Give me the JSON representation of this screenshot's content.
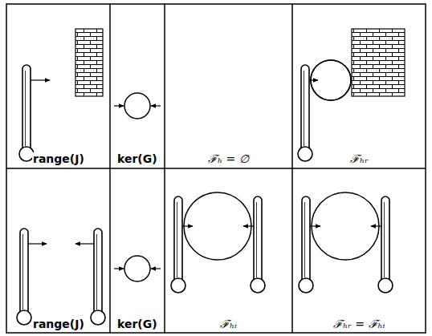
{
  "diagram": {
    "labels": [
      "range(J)",
      "ker(G)",
      "ℱₕ = ∅",
      "ℱₕᵣ",
      "range(J)",
      "ker(G)",
      "ℱₕᵢ",
      "ℱₕᵣ = ℱₕᵢ"
    ]
  }
}
